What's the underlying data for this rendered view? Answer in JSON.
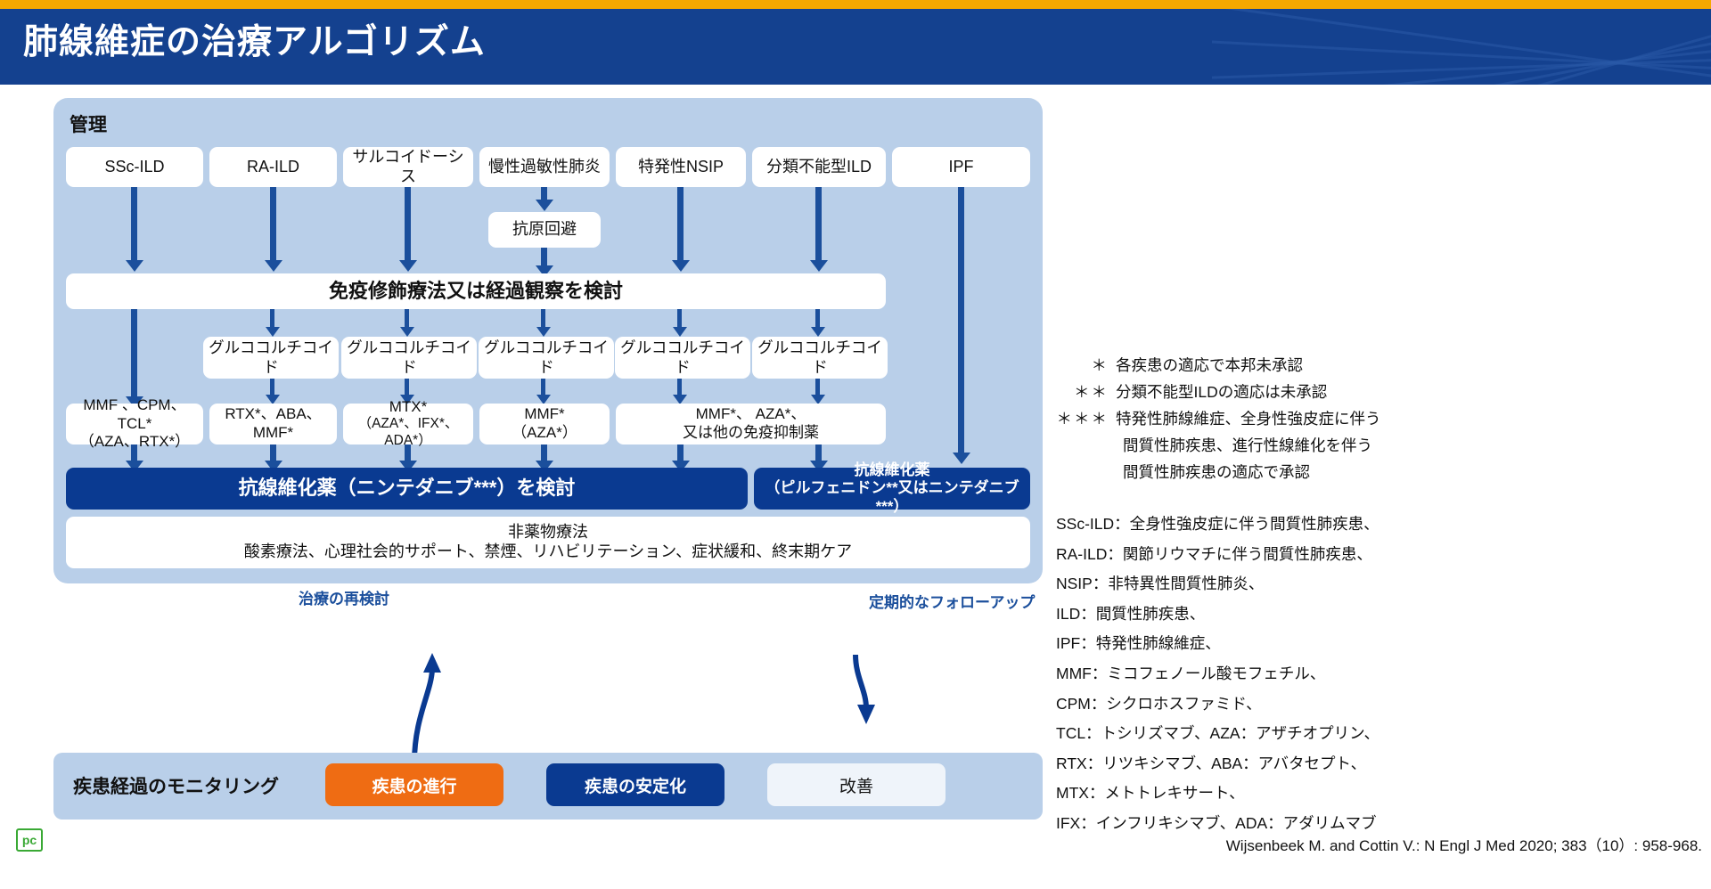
{
  "header": {
    "title": "肺線維症の治療アルゴリズム",
    "accent_gold": "#f5a800",
    "accent_blue": "#14418f"
  },
  "management": {
    "label": "管理",
    "diseases": [
      {
        "label": "SSc-ILD"
      },
      {
        "label": "RA-ILD"
      },
      {
        "label": "サルコイドーシス"
      },
      {
        "label": "慢性過敏性肺炎"
      },
      {
        "label": "特発性NSIP"
      },
      {
        "label": "分類不能型ILD"
      },
      {
        "label": "IPF"
      }
    ],
    "antigen_avoidance": "抗原回避",
    "immunomodulation": "免疫修飾療法又は経過観察を検討",
    "glucocorticoid_label": "グルココルチコイド",
    "glucocorticoids": [
      "グルココルチコイド",
      "グルココルチコイド",
      "グルココルチコイド",
      "グルココルチコイド",
      "グルココルチコイド"
    ],
    "medications": [
      {
        "line1": "MMF 、CPM、TCL*",
        "line2": "（AZA、RTX*）"
      },
      {
        "line1": "RTX*、ABA、",
        "line2": "MMF*"
      },
      {
        "line1": "MTX*",
        "line2": "（AZA*、IFX*、ADA*）"
      },
      {
        "line1": "MMF*",
        "line2": "（AZA*）"
      },
      {
        "line1": "MMF*、 AZA*、",
        "line2": "又は他の免疫抑制薬"
      }
    ],
    "antifibrotic_left": "抗線維化薬（ニンテダニブ***）を検討",
    "antifibrotic_right_line1": "抗線維化薬",
    "antifibrotic_right_line2": "（ピルフェニドン**又はニンテダニブ***）",
    "nonpharm_line1": "非薬物療法",
    "nonpharm_line2": "酸素療法、心理社会的サポート、禁煙、リハビリテーション、症状緩和、終末期ケア"
  },
  "monitoring": {
    "label": "疾患経過のモニタリング",
    "reassess_label": "治療の再検討",
    "followup_label": "定期的なフォローアップ",
    "states": [
      {
        "label": "疾患の進行",
        "color": "#ef6c13"
      },
      {
        "label": "疾患の安定化",
        "color": "#0a3a91"
      },
      {
        "label": "改善",
        "color": "#eff4fa"
      }
    ]
  },
  "footnotes": [
    {
      "star": "＊",
      "text": "各疾患の適応で本邦未承認",
      "cont": []
    },
    {
      "star": "＊＊",
      "text": "分類不能型ILDの適応は未承認",
      "cont": []
    },
    {
      "star": "＊＊＊",
      "text": "特発性肺線維症、全身性強皮症に伴う",
      "cont": [
        "間質性肺疾患、進行性線維化を伴う",
        "間質性肺疾患の適応で承認"
      ]
    }
  ],
  "abbreviations": [
    "SSc-ILD：全身性強皮症に伴う間質性肺疾患、",
    "RA-ILD：関節リウマチに伴う間質性肺疾患、",
    "NSIP：非特異性間質性肺炎、",
    "ILD：間質性肺疾患、",
    "IPF：特発性肺線維症、",
    "MMF：ミコフェノール酸モフェチル、",
    "CPM：シクロホスファミド、",
    "TCL：トシリズマブ、AZA：アザチオプリン、",
    "RTX：リツキシマブ、ABA：アバタセプト、",
    "MTX：メトトレキサート、",
    "IFX：インフリキシマブ、ADA：アダリムマブ"
  ],
  "citation": "Wijsenbeek M. and Cottin V.: N Engl J Med 2020; 383（10）: 958-968.",
  "logo": {
    "text": "pc"
  }
}
